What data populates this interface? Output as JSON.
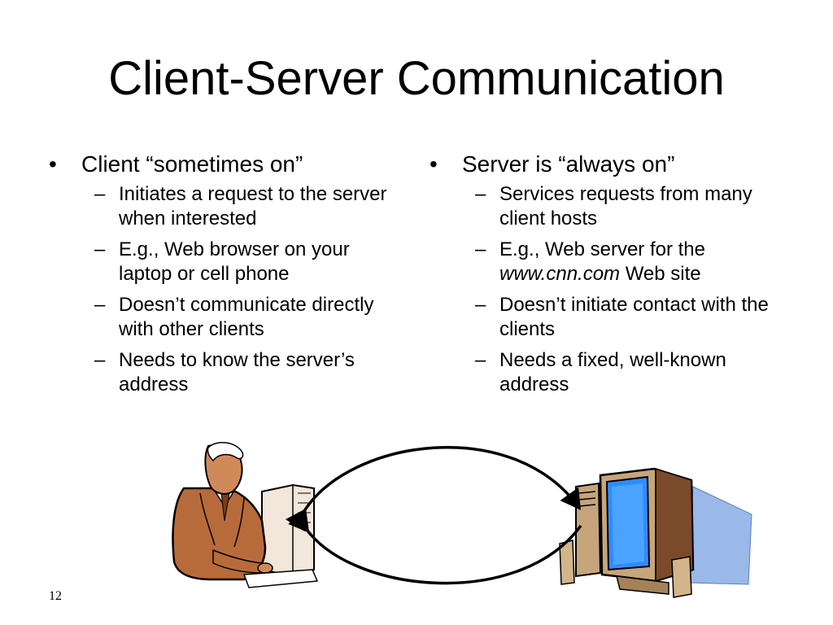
{
  "slide": {
    "title": "Client-Server Communication",
    "number": "12"
  },
  "left": {
    "bullet_prefix": "Client ",
    "bullet_quoted": "“sometimes on”",
    "subs": [
      {
        "text": "Initiates a request to the server when interested"
      },
      {
        "text": "E.g., Web browser on your laptop or cell phone"
      },
      {
        "text": "Doesn’t communicate directly with other clients"
      },
      {
        "text": "Needs to know the server’s address"
      }
    ]
  },
  "right": {
    "bullet_prefix": "Server is ",
    "bullet_quoted": "“always on”",
    "subs": [
      {
        "text": "Services requests from many client hosts"
      },
      {
        "text_before": "E.g., Web server for the ",
        "italic": "www.cnn.com",
        "text_after": " Web site"
      },
      {
        "text": "Doesn’t initiate contact with the clients"
      },
      {
        "text": "Needs a fixed, well-known address"
      }
    ]
  },
  "glyphs": {
    "bullet": "•",
    "dash": "–"
  },
  "illustration": {
    "client_icon": "person-at-computer-icon",
    "server_icon": "server-computer-icon",
    "arrows": "bidirectional-curved-arrows",
    "colors": {
      "skin": "#b86b3a",
      "screen": "#2f8cff",
      "server_body": "#c7a57a",
      "shadow": "#9ab8e8"
    }
  }
}
